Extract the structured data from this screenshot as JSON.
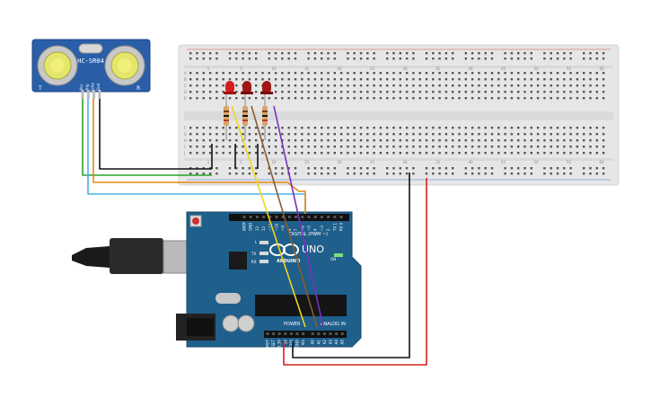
{
  "sensor": {
    "model": "HC-SR04",
    "pin_labels": [
      "Vcc",
      "Trig",
      "Echo",
      "Gnd"
    ],
    "edge_left": "T",
    "edge_right": "R"
  },
  "breadboard": {
    "col_labels": [
      "1",
      "5",
      "10",
      "15",
      "20",
      "25",
      "30",
      "35",
      "40",
      "45",
      "50",
      "55",
      "60"
    ],
    "row_labels_top": [
      "A",
      "B",
      "C",
      "D",
      "E"
    ],
    "row_labels_bottom": [
      "F",
      "G",
      "H",
      "I",
      "J"
    ]
  },
  "arduino": {
    "brand": "ARDUINO",
    "model": "UNO",
    "digital_label": "DIGITAL (PWM ~)",
    "power_label": "POWER",
    "analog_label": "ANALOG IN",
    "led_labels": [
      "L",
      "TX",
      "RX"
    ],
    "on_label": "ON",
    "aref": "AREF",
    "gnd": "GND",
    "digital_pins": [
      "13",
      "12",
      "~11",
      "~10",
      "~9",
      "8",
      "7",
      "~6",
      "~5",
      "4",
      "~3",
      "2",
      "TX 1",
      "RX 0"
    ],
    "power_pins": [
      "IOREF",
      "RESET",
      "3.3V",
      "5V",
      "GND",
      "GND",
      "Vin"
    ],
    "analog_pins": [
      "A0",
      "A1",
      "A2",
      "A3",
      "A4",
      "A5"
    ]
  },
  "colors": {
    "wire_green": "#2ca02c",
    "wire_blue": "#4ab3e6",
    "wire_black": "#111111",
    "wire_orange": "#e38a19",
    "wire_yellow": "#f2d316",
    "wire_brown": "#8b5a2b",
    "wire_purple": "#7b2fbe",
    "wire_red": "#d62020",
    "board_blue": "#1f5f8b",
    "sensor_blue": "#2a5fa8",
    "led_red": "#d81c1c"
  }
}
